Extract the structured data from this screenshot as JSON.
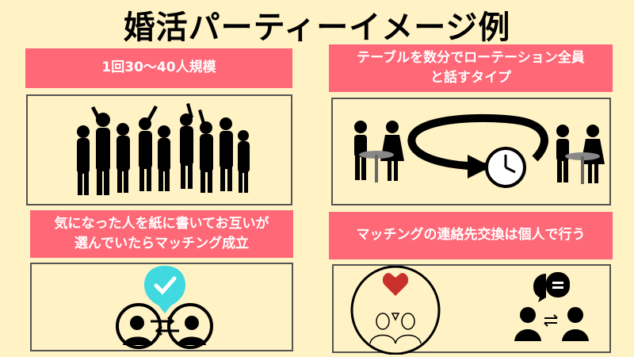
{
  "title": "婚活パーティーイメージ例",
  "panels": [
    {
      "lines": [
        "1回30〜40人規模"
      ]
    },
    {
      "lines": [
        "テーブルを数分でローテーション全員",
        "と話すタイプ"
      ]
    },
    {
      "lines": [
        "気になった人を紙に書いてお互いが",
        "選んでいたらマッチング成立"
      ]
    },
    {
      "lines": [
        "マッチングの連絡先交換は個人で行う"
      ]
    }
  ],
  "colors": {
    "background": "#fff2c4",
    "label": "#ff6877",
    "check_bubble": "#40d9e0",
    "heart": "#c9302c"
  }
}
